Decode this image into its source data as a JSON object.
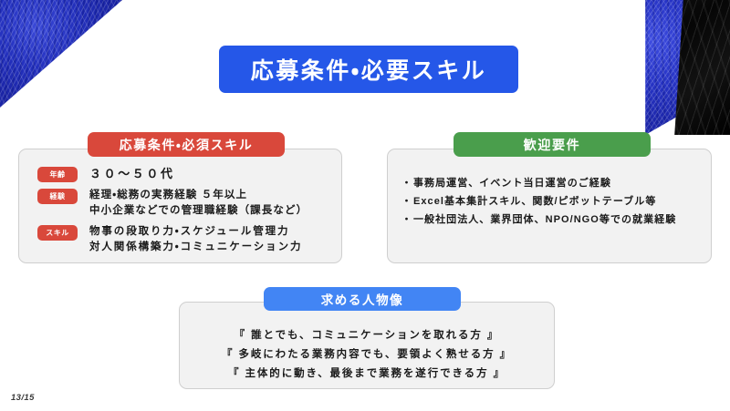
{
  "slide": {
    "title": "応募条件・必要スキル",
    "page_number": "13/15",
    "colors": {
      "title_blue": "#2557e8",
      "required_red": "#d9483b",
      "welcome_green": "#4a9e4c",
      "persona_blue": "#4285f4",
      "card_bg": "#f2f2f2",
      "card_border": "#cfcfcf"
    }
  },
  "required_card": {
    "header": "応募条件・必須スキル",
    "rows": [
      {
        "badge": "年齢",
        "lines": [
          "３０〜５０代"
        ]
      },
      {
        "badge": "経験",
        "lines": [
          "経理・総務の実務経験 ５年以上",
          "中小企業などでの管理職経験（課長など）"
        ]
      },
      {
        "badge": "スキル",
        "lines": [
          "物事の段取り力・スケジュール管理力",
          "対人関係構築力・コミュニケーション力"
        ]
      }
    ]
  },
  "welcome_card": {
    "header": "歓迎要件",
    "bullet_glyph": "・",
    "items": [
      "事務局運営、イベント当日運営のご経験",
      "Excel基本集計スキル、関数/ピボットテーブル等",
      "一般社団法人、業界団体、NPO/NGO等での就業経験"
    ]
  },
  "persona_card": {
    "header": "求める人物像",
    "lines": [
      "『 誰とでも、コミュニケーションを取れる方 』",
      "『 多岐にわたる業務内容でも、要領よく熟せる方 』",
      "『 主体的に動き、最後まで業務を遂行できる方 』"
    ]
  }
}
